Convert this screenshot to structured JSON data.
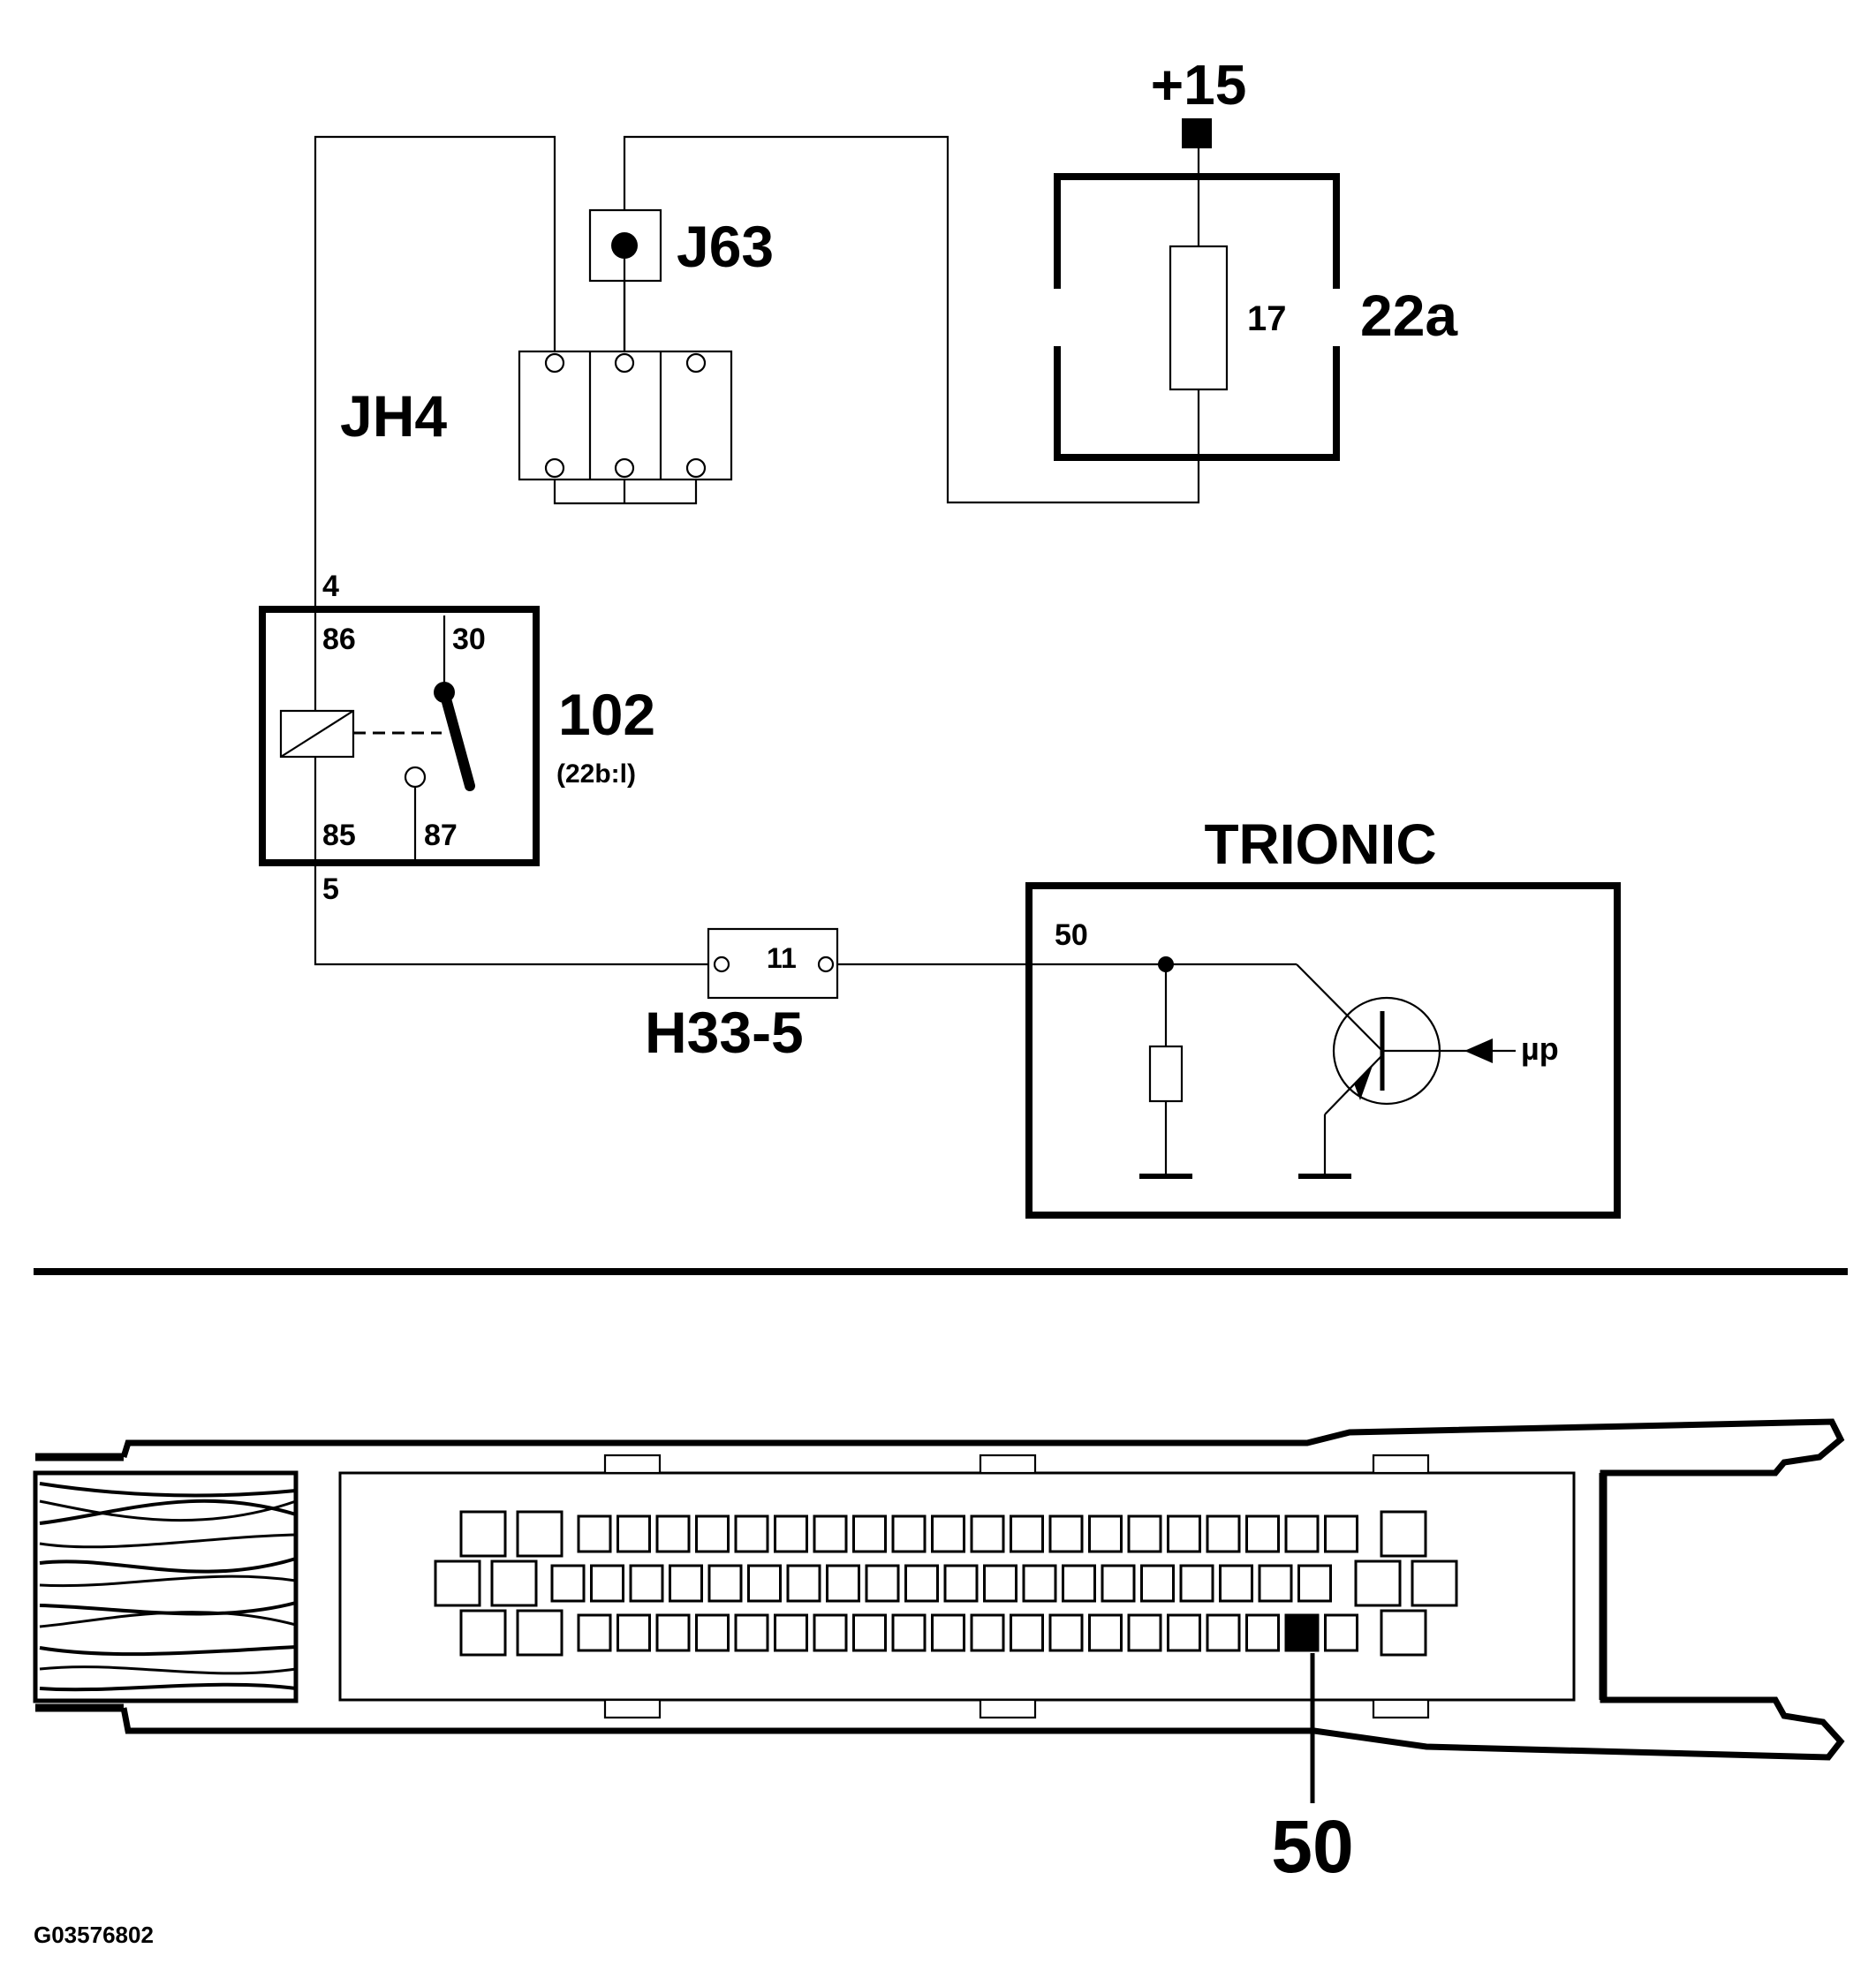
{
  "diagram": {
    "supply_label": "+15",
    "connector_j63": "J63",
    "relay_jh4": "JH4",
    "fuse_box": {
      "name": "22a",
      "fuse_number": "17"
    },
    "relay_102": {
      "name": "102",
      "location": "(22b:l)",
      "wire_top": "4",
      "wire_bottom": "5",
      "pin_86": "86",
      "pin_30": "30",
      "pin_85": "85",
      "pin_87": "87"
    },
    "connector_h33": {
      "name": "H33-5",
      "pin": "11"
    },
    "ecu": {
      "name": "TRIONIC",
      "pin": "50",
      "microprocessor_label": "µp"
    }
  },
  "connector_view": {
    "highlighted_pin_label": "50"
  },
  "figure_id": "G03576802",
  "colors": {
    "line": "#000000",
    "background": "#ffffff"
  }
}
